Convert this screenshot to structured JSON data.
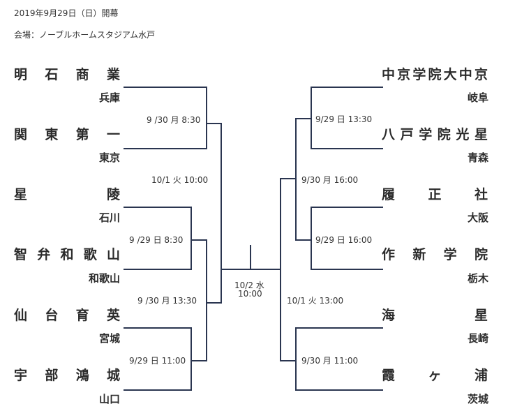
{
  "header": {
    "date": "2019年9月29日（日）開幕",
    "venue": "会場：ノーブルホームスタジアム水戸"
  },
  "left_teams": [
    {
      "name": "明石商業",
      "pref": "兵庫"
    },
    {
      "name": "関東第一",
      "pref": "東京"
    },
    {
      "name": "星陵",
      "pref": "石川"
    },
    {
      "name": "智弁和歌山",
      "pref": "和歌山"
    },
    {
      "name": "仙台育英",
      "pref": "宮城"
    },
    {
      "name": "宇部鴻城",
      "pref": "山口"
    }
  ],
  "right_teams": [
    {
      "name": "中京学院大中京",
      "pref": "岐阜"
    },
    {
      "name": "八戸学院光星",
      "pref": "青森"
    },
    {
      "name": "履正社",
      "pref": "大阪"
    },
    {
      "name": "作新学院",
      "pref": "栃木"
    },
    {
      "name": "海星",
      "pref": "長崎"
    },
    {
      "name": "霞ヶ浦",
      "pref": "茨城"
    }
  ],
  "schedule": {
    "left_g1": "9 /30 月 8:30",
    "left_g2": "9 /29 日 8:30",
    "left_g3": "9 /30 月 13:30",
    "left_g4": "9/29 日 11:00",
    "left_semi": "10/1 火 10:00",
    "final_date": "10/2 水",
    "final_time": "10:00",
    "right_g1": "9/29 日 13:30",
    "right_g2": "9/30 月 16:00",
    "right_g3": "9/29 日 16:00",
    "right_semi": "10/1 火 13:00",
    "right_g4": "9/30 月 11:00"
  },
  "colors": {
    "line": "#2a3550",
    "text": "#2b2b2b"
  }
}
